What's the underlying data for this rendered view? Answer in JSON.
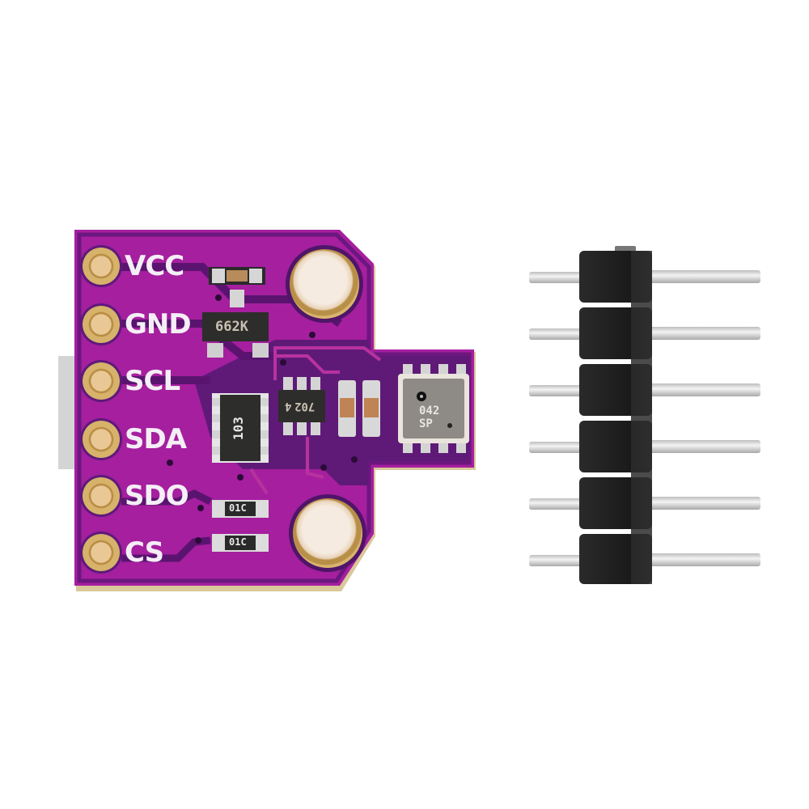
{
  "image": {
    "description": "Purple sensor breakout board with six labeled pins and a separate 6-pin male header",
    "background_color": "#ffffff",
    "board_color": "#a0229b",
    "board_trace_color": "#5a1470"
  },
  "board": {
    "pin_labels": [
      "VCC",
      "GND",
      "SCL",
      "SDA",
      "SDO",
      "CS"
    ],
    "components": {
      "regulator_marking": "662K",
      "resistor_array_marking": "103",
      "level_shifter_marking": "702",
      "level_shifter_suffix": "4",
      "sensor_marking_line1": "042",
      "sensor_marking_line2": "SP",
      "resistor_1_marking": "01C",
      "resistor_2_marking": "01C"
    }
  },
  "header": {
    "pin_count": 6,
    "housing_color": "#1e1e1e",
    "pin_color": "#e2e2e2"
  }
}
